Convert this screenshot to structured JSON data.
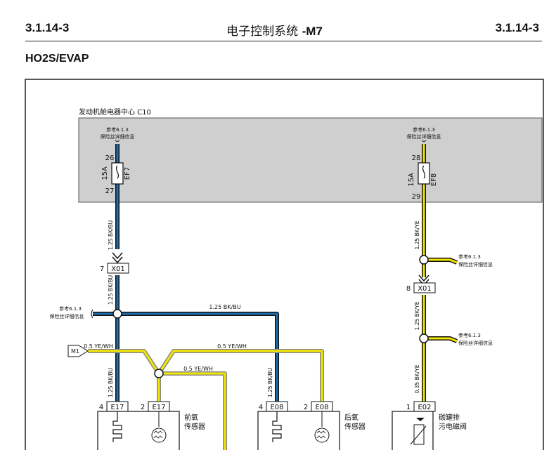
{
  "header": {
    "left_code": "3.1.14-3",
    "center_title_cn": "电子控制系统 ",
    "center_title_code": "-M7",
    "right_code": "3.1.14-3"
  },
  "section_title": "HO2S/EVAP",
  "diagram": {
    "fuse_box_label": "发动机舱电器中心 C10",
    "ref_line1": "参考6.1.3",
    "ref_line2": "保险丝详细信息",
    "fuse_left": {
      "top_pin": "26",
      "bottom_pin": "27",
      "rating": "15A",
      "name": "EF7"
    },
    "fuse_right": {
      "top_pin": "28",
      "bottom_pin": "29",
      "rating": "15A",
      "name": "EF8"
    },
    "wire_left": "1.25 BK/BU",
    "wire_right": "1.25 BK/YE",
    "wire_right_low": "0.35 BK/YE",
    "wire_ye_wh": "0.5 YE/WH",
    "conn_x01": "X01",
    "pin_left_x01": "7",
    "pin_right_x01": "8",
    "m1_label": "M1",
    "conn_e17": "E17",
    "conn_e08": "E08",
    "conn_e02": "E02",
    "pin_4": "4",
    "pin_2": "2",
    "pin_1": "1",
    "front_sensor_l1": "前氧",
    "front_sensor_l2": "传感器",
    "rear_sensor_l1": "后氧",
    "rear_sensor_l2": "传感器",
    "evap_l1": "碳罐排",
    "evap_l2": "污电磁阀"
  },
  "colors": {
    "wire_blue": "#1f6fb0",
    "wire_yellow": "#f2e600",
    "fuse_box_fill": "#cfcfcf"
  }
}
